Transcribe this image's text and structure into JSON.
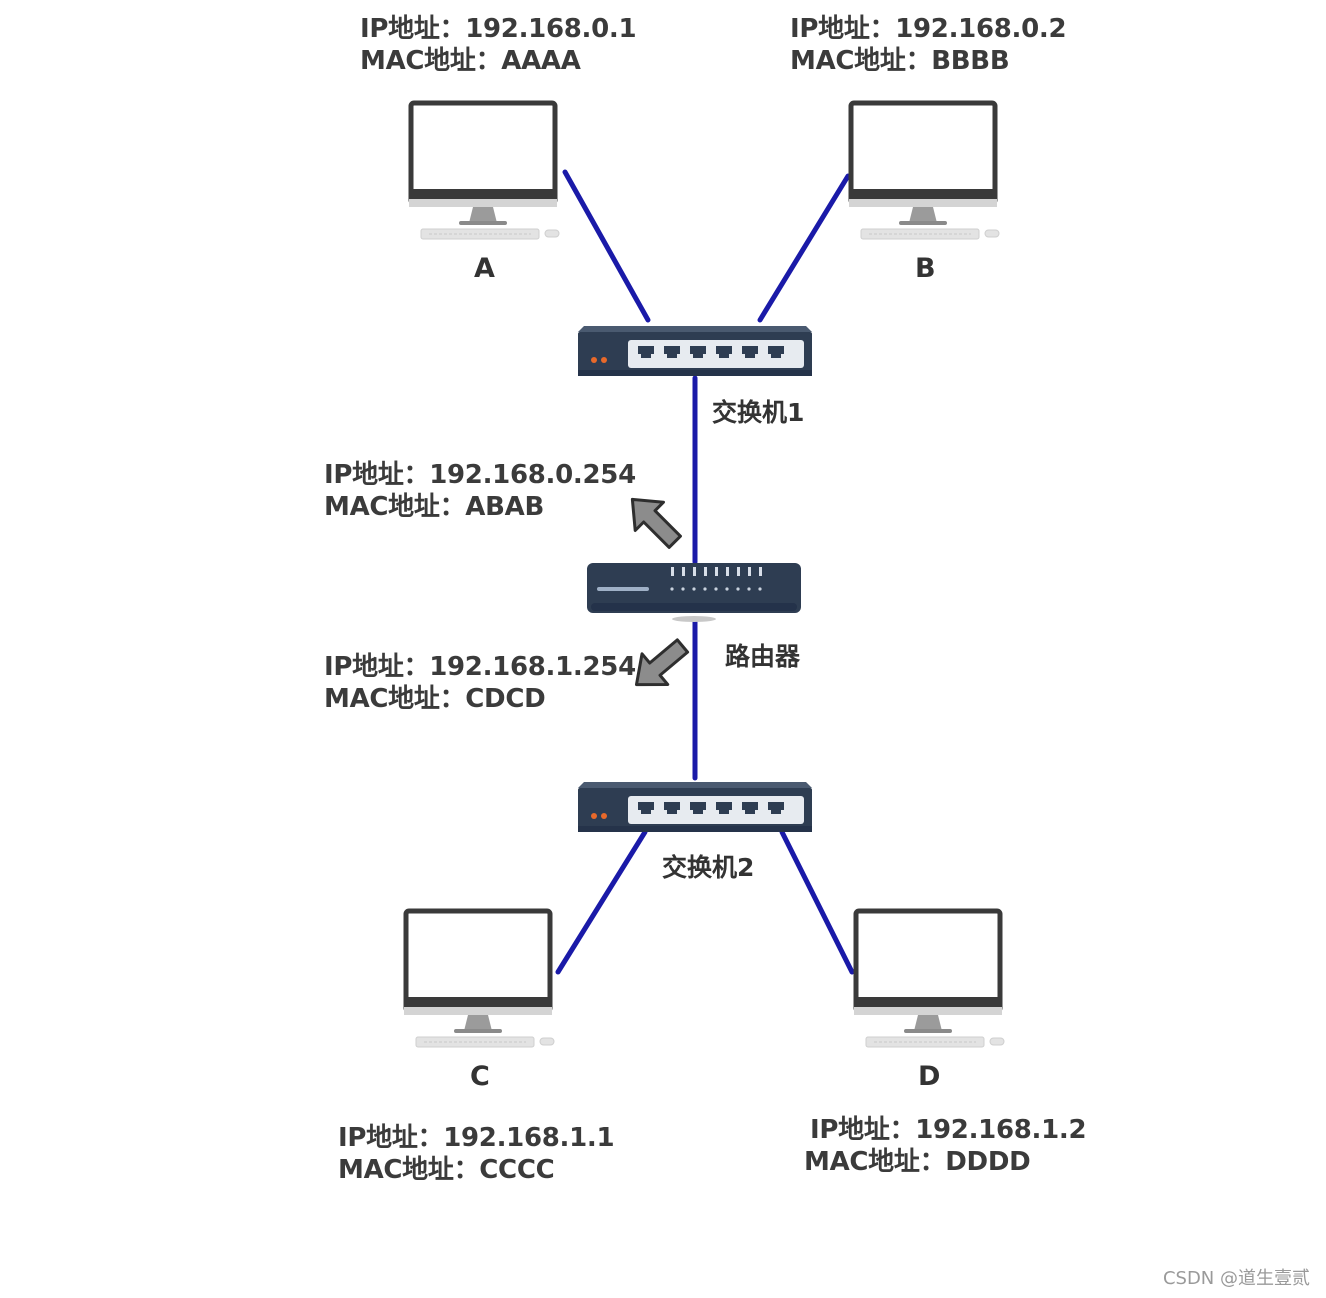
{
  "hosts": {
    "a": {
      "name": "A",
      "ip": "IP地址：192.168.0.1",
      "mac": "MAC地址：AAAA"
    },
    "b": {
      "name": "B",
      "ip": "IP地址：192.168.0.2",
      "mac": "MAC地址：BBBB"
    },
    "c": {
      "name": "C",
      "ip": "IP地址：192.168.1.1",
      "mac": "MAC地址：CCCC"
    },
    "d": {
      "name": "D",
      "ip": "IP地址：192.168.1.2",
      "mac": "MAC地址：DDDD"
    }
  },
  "switch1": {
    "label": "交换机1"
  },
  "switch2": {
    "label": "交换机2"
  },
  "router": {
    "label": "路由器",
    "port0": {
      "ip": "IP地址：192.168.0.254",
      "mac": "MAC地址：ABAB"
    },
    "port1": {
      "ip": "IP地址：192.168.1.254",
      "mac": "MAC地址：CDCD"
    }
  },
  "colors": {
    "link": "#1a1aa8",
    "device": "#2e3d52",
    "monitor_frame": "#3a3a3a",
    "arrow": "#8c8c8c",
    "text": "#3b3b3b"
  },
  "watermark": "CSDN @道生壹贰"
}
